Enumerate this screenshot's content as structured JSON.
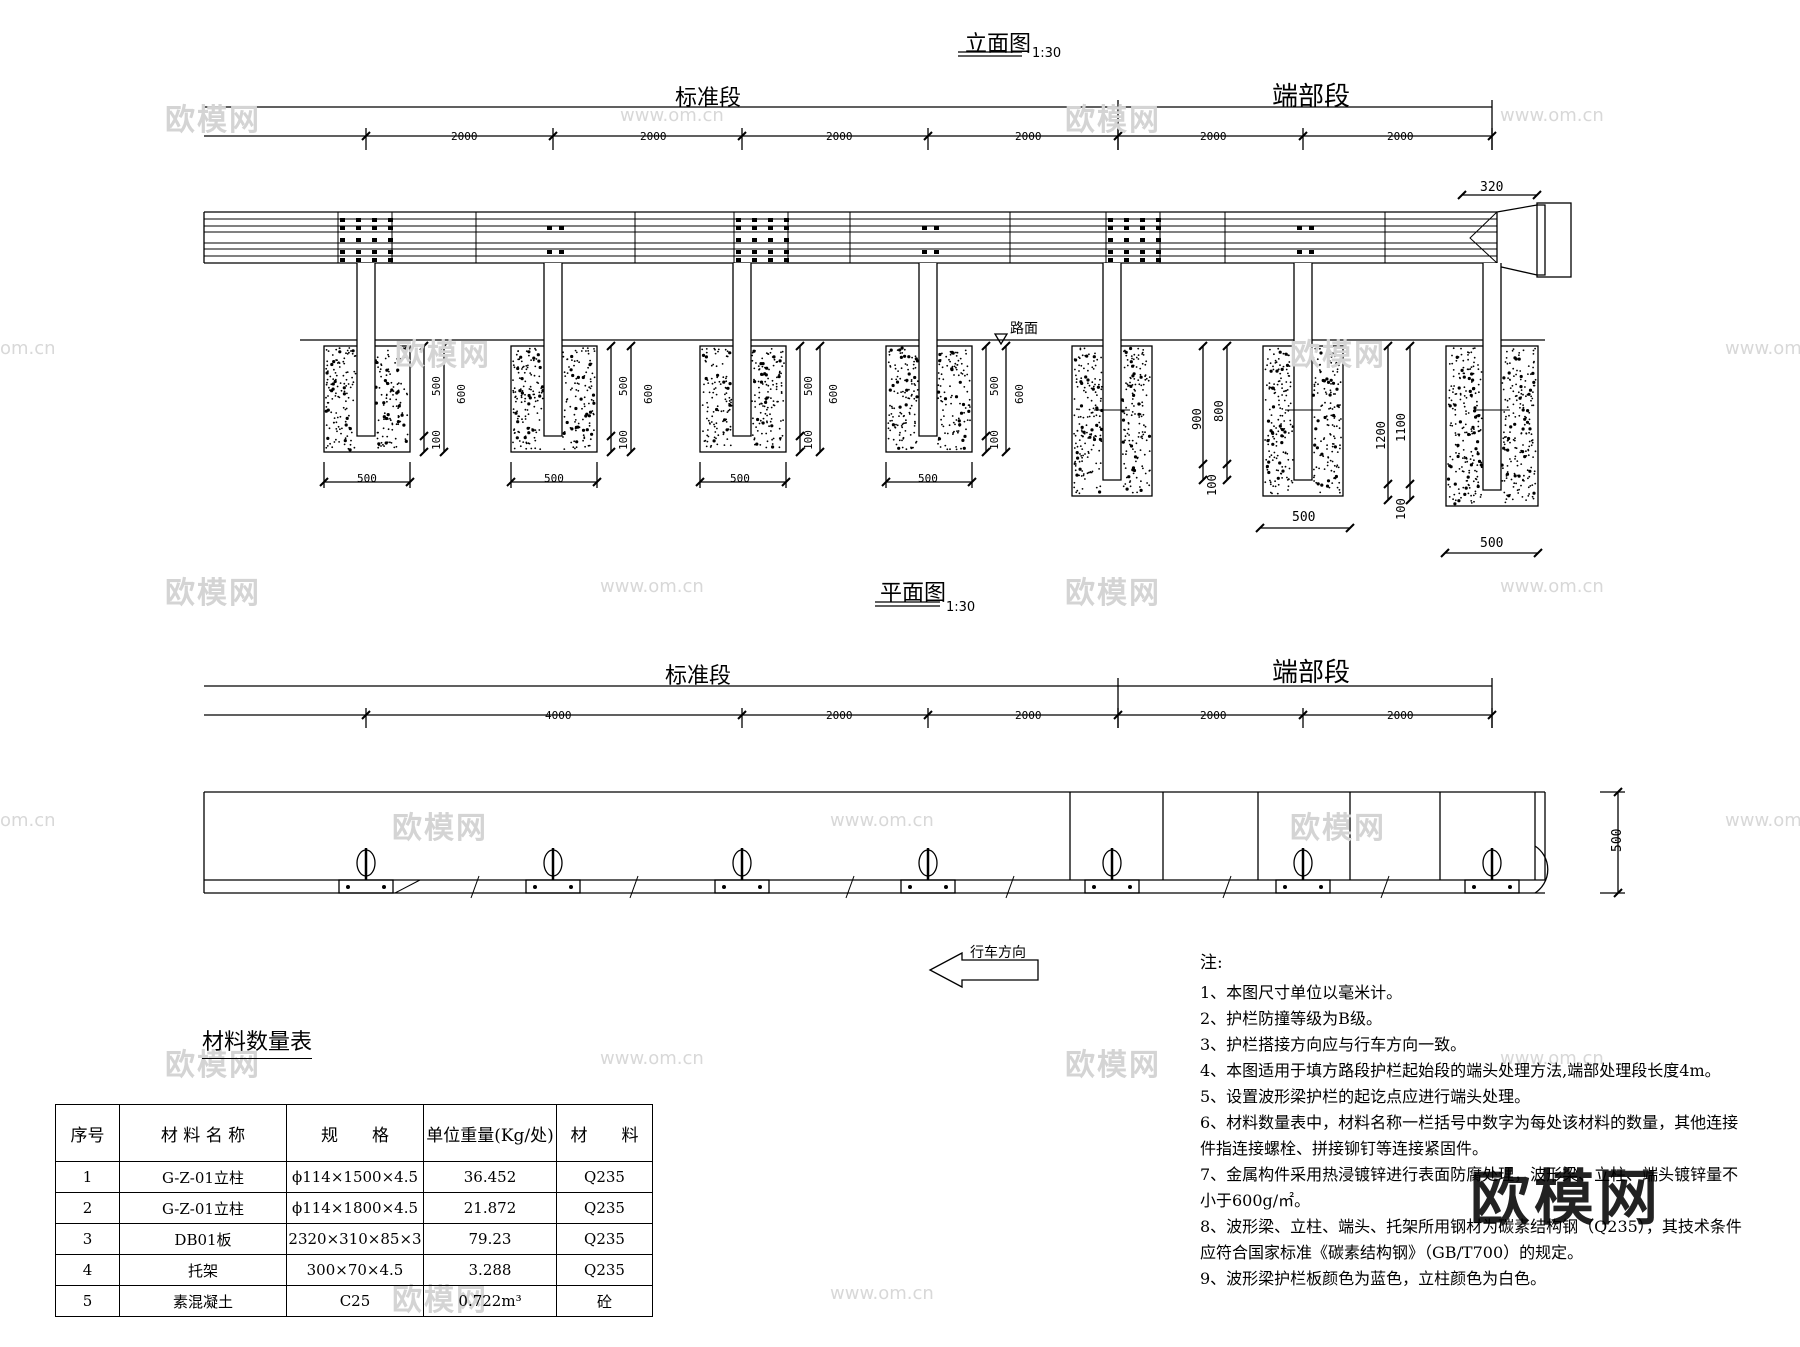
{
  "elevation": {
    "title": "立面图",
    "scale": "1:30",
    "segment_standard": "标准段",
    "segment_end": "端部段",
    "spans": [
      "2000",
      "2000",
      "2000",
      "2000",
      "2000",
      "2000"
    ],
    "end_cap": "320",
    "road_label": "路面",
    "std_depths": [
      "500",
      "600",
      "100"
    ],
    "std_width": "500",
    "end_depths_1": [
      "900",
      "800",
      "100"
    ],
    "end_depths_2": [
      "1200",
      "1100",
      "100"
    ],
    "end_widths": [
      "500",
      "500"
    ]
  },
  "plan": {
    "title": "平面图",
    "scale": "1:30",
    "segment_standard": "标准段",
    "segment_end": "端部段",
    "spans": [
      "4000",
      "2000",
      "2000",
      "2000",
      "2000"
    ],
    "side_dim": "500",
    "direction": "行车方向"
  },
  "watermarks": {
    "brand": "欧模网",
    "url": "www.om.cn",
    "url_partial": "om.cn"
  },
  "materials": {
    "title": "材料数量表",
    "headers": [
      "序号",
      "材 料 名 称",
      "规　　格",
      "单位重量(Kg/处)",
      "材　　料"
    ],
    "rows": [
      [
        "1",
        "G-Z-01立柱",
        "ϕ114×1500×4.5",
        "36.452",
        "Q235"
      ],
      [
        "2",
        "G-Z-01立柱",
        "ϕ114×1800×4.5",
        "21.872",
        "Q235"
      ],
      [
        "3",
        "DB01板",
        "2320×310×85×3",
        "79.23",
        "Q235"
      ],
      [
        "4",
        "托架",
        "300×70×4.5",
        "3.288",
        "Q235"
      ],
      [
        "5",
        "素混凝土",
        "C25",
        "0.722m³",
        "砼"
      ]
    ]
  },
  "notes": {
    "title": "注:",
    "items": [
      "1、本图尺寸单位以毫米计。",
      "2、护栏防撞等级为B级。",
      "3、护栏搭接方向应与行车方向一致。",
      "4、本图适用于填方路段护栏起始段的端头处理方法,端部处理段长度4m。",
      "5、设置波形梁护栏的起讫点应进行端头处理。",
      "6、材料数量表中，材料名称一栏括号中数字为每处该材料的数量，其他连接件指连接螺栓、拼接铆钉等连接紧固件。",
      "7、金属构件采用热浸镀锌进行表面防腐处理，波形梁、立柱、端头镀锌量不小于600g/㎡。",
      "8、波形梁、立柱、端头、托架所用钢材为碳素结构钢（Q235），其技术条件应符合国家标准《碳素结构钢》（GB/T700）的规定。",
      "9、波形梁护栏板颜色为蓝色，立柱颜色为白色。"
    ]
  }
}
